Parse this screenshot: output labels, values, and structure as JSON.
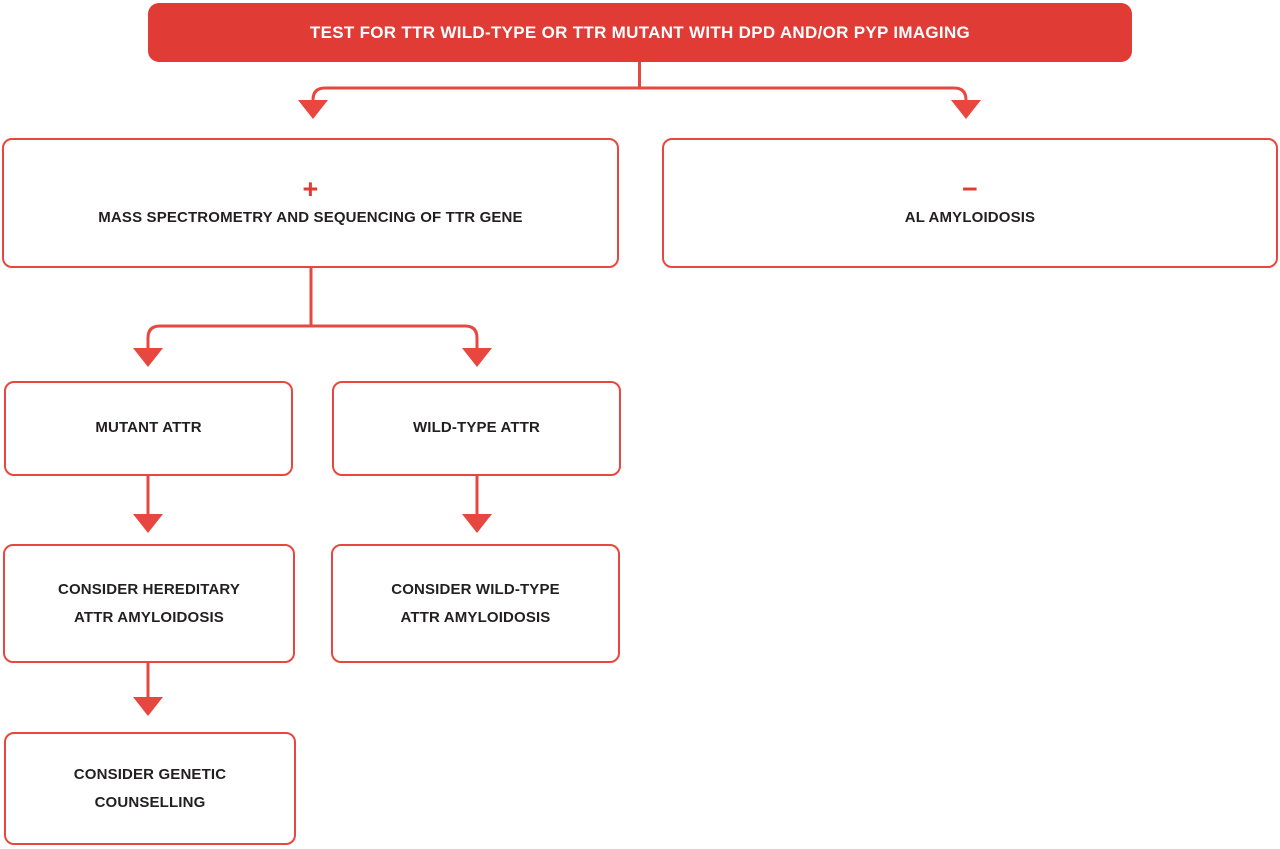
{
  "colors": {
    "brand_red": "#e13b36",
    "line_red": "#e8473f",
    "text_dark": "#231f20",
    "white": "#ffffff"
  },
  "flowchart": {
    "root": {
      "label": "TEST FOR TTR WILD-TYPE OR TTR MUTANT WITH DPD AND/OR PYP IMAGING"
    },
    "positive": {
      "sign": "+",
      "label": "MASS SPECTROMETRY AND SEQUENCING OF TTR GENE"
    },
    "negative": {
      "sign": "−",
      "label": "AL AMYLOIDOSIS"
    },
    "mutant": {
      "label": "MUTANT ATTR"
    },
    "wild_type": {
      "label": "WILD-TYPE ATTR"
    },
    "consider_hereditary": {
      "line1": "CONSIDER HEREDITARY",
      "line2": "ATTR AMYLOIDOSIS"
    },
    "consider_wild_type": {
      "line1": "CONSIDER WILD-TYPE",
      "line2": "ATTR AMYLOIDOSIS"
    },
    "consider_genetic": {
      "line1": "CONSIDER GENETIC",
      "line2": "COUNSELLING"
    }
  }
}
